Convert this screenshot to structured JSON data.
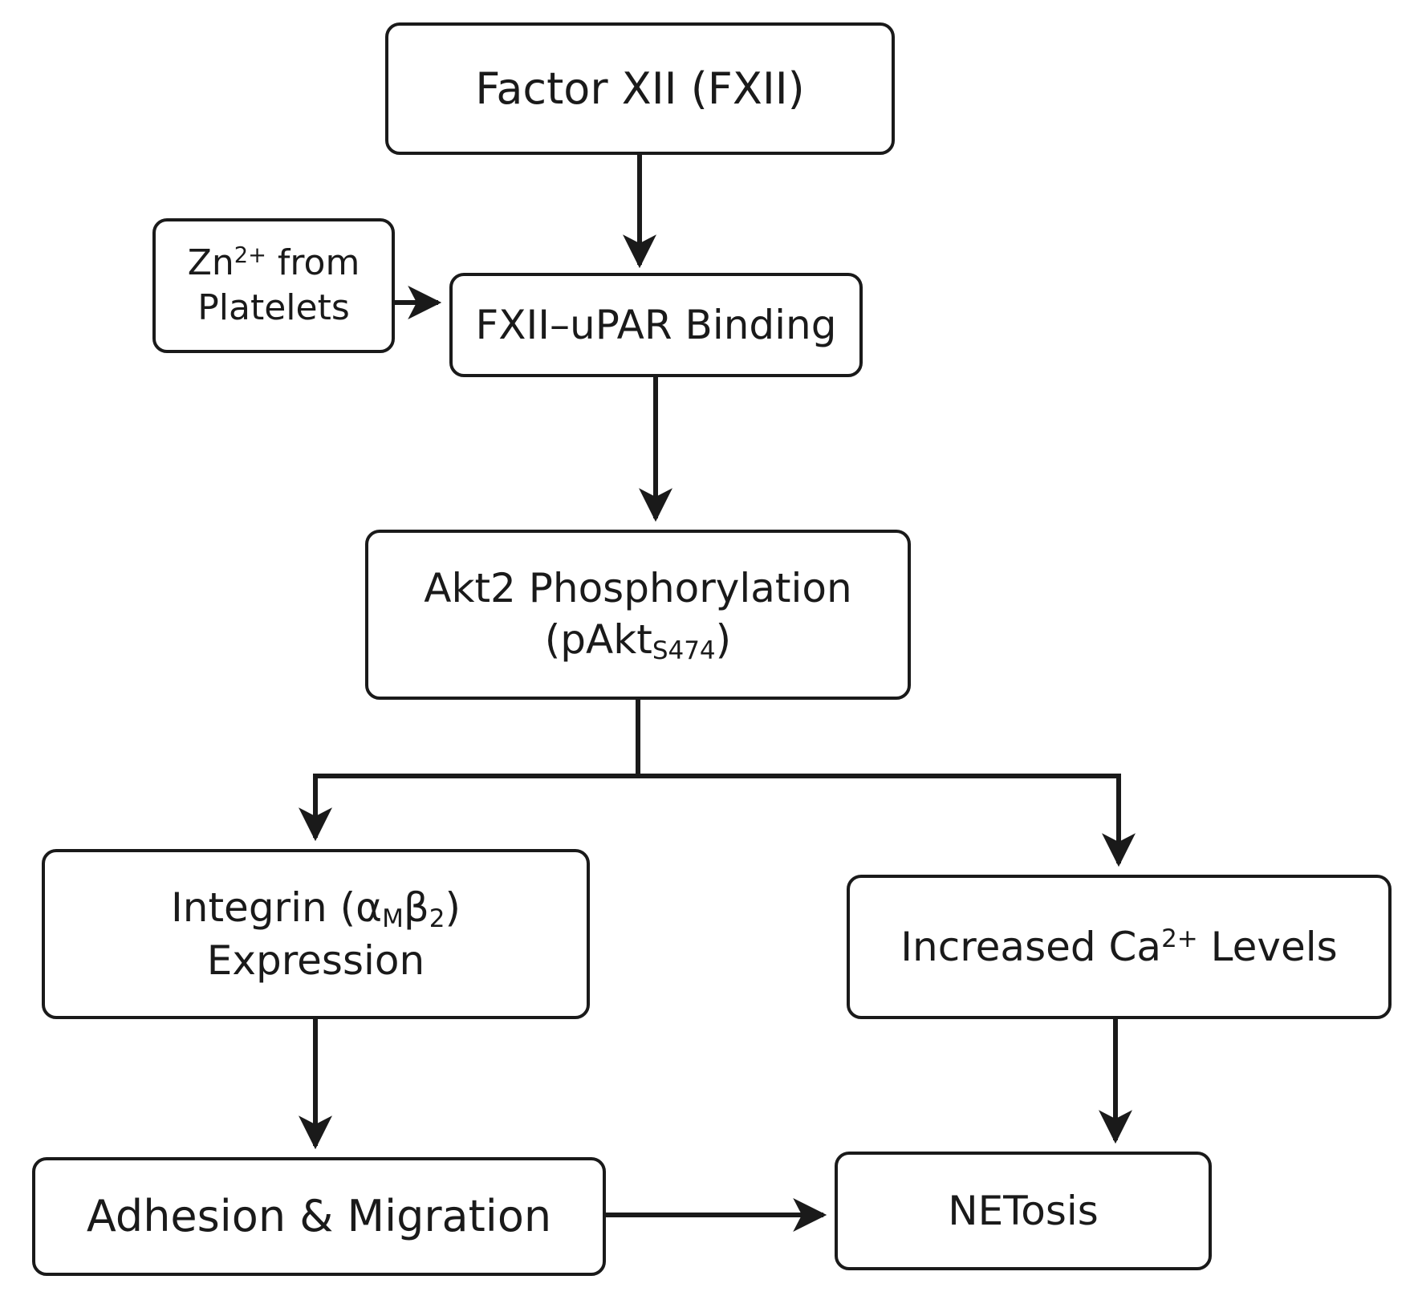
{
  "diagram": {
    "colors": {
      "background": "#ffffff",
      "box_fill": "#ffffff",
      "box_border": "#1a1a1a",
      "text": "#1a1a1a",
      "arrow": "#1a1a1a"
    },
    "nodes": {
      "factor_xii": {
        "label": "Factor XII (FXII)"
      },
      "zn_platelets": {
        "line1_pre": "Zn",
        "line1_sup": "2+",
        "line1_post": " from",
        "line2": "Platelets"
      },
      "fxii_upar": {
        "label": "FXII–uPAR Binding"
      },
      "akt2": {
        "line1": "Akt2 Phosphorylation",
        "line2_pre": "(pAkt",
        "line2_sub": "S474",
        "line2_post": ")"
      },
      "integrin": {
        "line1_pre": "Integrin (",
        "alpha": "α",
        "alpha_sub": "M",
        "beta": "β",
        "beta_sub": "2",
        "line1_post": ")",
        "line2": "Expression"
      },
      "ca_levels": {
        "pre": "Increased Ca",
        "sup": "2+",
        "post": " Levels"
      },
      "adhesion": {
        "label": "Adhesion & Migration"
      },
      "netosis": {
        "label": "NETosis"
      }
    },
    "edges": [
      {
        "from": "factor_xii",
        "to": "fxii_upar"
      },
      {
        "from": "zn_platelets",
        "to": "fxii_upar"
      },
      {
        "from": "fxii_upar",
        "to": "akt2"
      },
      {
        "from": "akt2",
        "to": "integrin"
      },
      {
        "from": "akt2",
        "to": "ca_levels"
      },
      {
        "from": "integrin",
        "to": "adhesion"
      },
      {
        "from": "ca_levels",
        "to": "netosis"
      },
      {
        "from": "adhesion",
        "to": "netosis"
      }
    ]
  }
}
